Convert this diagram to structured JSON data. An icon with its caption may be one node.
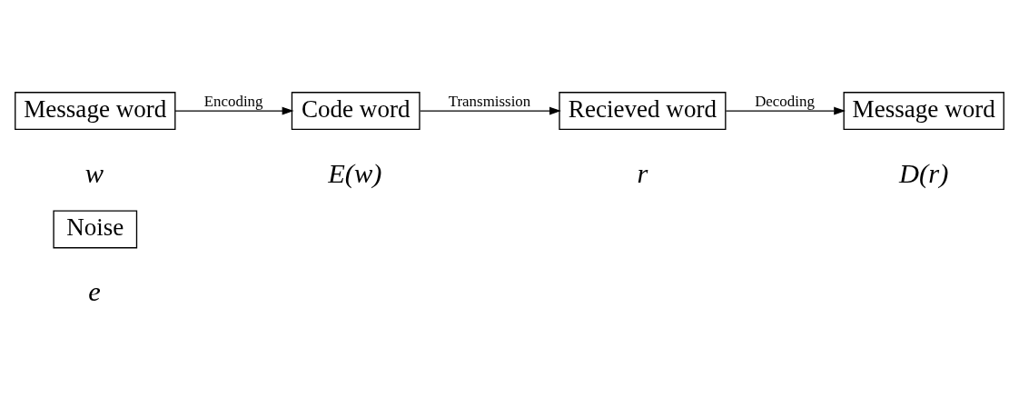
{
  "diagram": {
    "nodes": [
      {
        "text": [
          "Noise"
        ],
        "beside": [
          "e"
        ]
      },
      {
        "text": [
          "Message word"
        ],
        "beside": [
          "w"
        ]
      },
      {
        "text": [
          "Code word"
        ],
        "beside": [
          "E(w)"
        ]
      },
      {
        "text": [
          "Recieved word"
        ],
        "beside": [
          "r"
        ]
      },
      {
        "text": [
          "Message word"
        ],
        "beside": [
          "D(r)"
        ]
      }
    ],
    "edges": [
      {
        "from": 1,
        "to": 2,
        "arrow": "to",
        "label": "Encoding"
      },
      {
        "from": 2,
        "to": 3,
        "arrow": "to",
        "label": "Transmission"
      },
      {
        "from": 3,
        "to": 4,
        "arrow": "to",
        "label": "Decoding"
      }
    ]
  }
}
